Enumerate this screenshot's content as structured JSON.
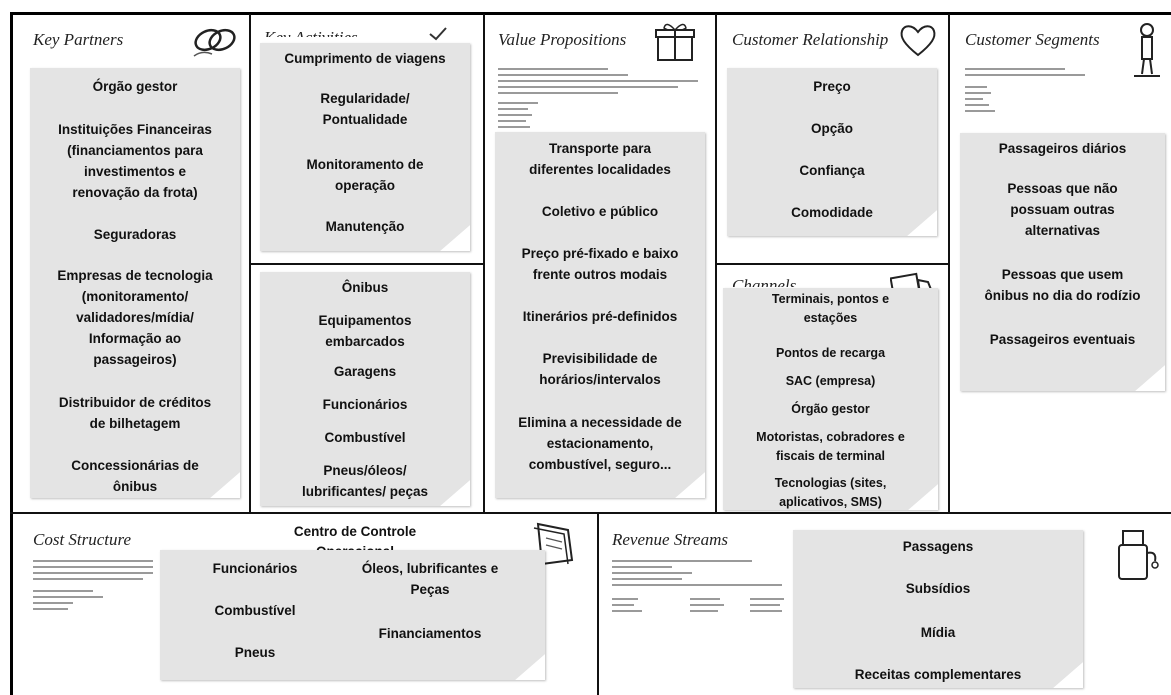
{
  "blocks": {
    "key_partners": {
      "title": "Key Partners",
      "items": [
        "Órgão gestor",
        "Instituições Financeiras\n(financiamentos para\ninvestimentos e\nrenovação da frota)",
        "Seguradoras",
        "Empresas de tecnologia\n(monitoramento/\nvalidadores/mídia/\nInformação ao\npassageiros)",
        "Distribuidor de créditos\nde bilhetagem",
        "Concessionárias de\nônibus"
      ]
    },
    "key_activities": {
      "title": "Key Activities",
      "items": [
        "Cumprimento de viagens",
        "Regularidade/\nPontualidade",
        "Monitoramento de\noperação",
        "Manutenção"
      ]
    },
    "key_resources": {
      "items": [
        "Ônibus",
        "Equipamentos\nembarcados",
        "Garagens",
        "Funcionários",
        "Combustível",
        "Pneus/óleos/\nlubrificantes/ peças"
      ]
    },
    "value_propositions": {
      "title": "Value Propositions",
      "items": [
        "Transporte para\ndiferentes localidades",
        "Coletivo e público",
        "Preço pré-fixado e baixo\nfrente outros modais",
        "Itinerários pré-definidos",
        "Previsibilidade de\nhorários/intervalos",
        "Elimina a necessidade de\nestacionamento,\ncombustível, seguro..."
      ]
    },
    "customer_relationship": {
      "title": "Customer Relationship",
      "items": [
        "Preço",
        "Opção",
        "Confiança",
        "Comodidade"
      ]
    },
    "channels": {
      "title": "Channels",
      "items": [
        "Terminais, pontos e\nestações",
        "Pontos de recarga",
        "SAC (empresa)",
        "Órgão gestor",
        "Motoristas, cobradores e\nfiscais de terminal",
        "Tecnologias (sites,\naplicativos, SMS)"
      ]
    },
    "customer_segments": {
      "title": "Customer Segments",
      "items": [
        "Passageiros diários",
        "Pessoas que não\npossuam outras\nalternativas",
        "Pessoas que usem\nônibus no dia do rodízio",
        "Passageiros eventuais"
      ]
    },
    "cost_structure": {
      "title": "Cost Structure",
      "overflow_text": "Centro de Controle\nOperacional",
      "items_left": [
        "Funcionários",
        "Combustível",
        "Pneus"
      ],
      "items_right": [
        "Óleos, lubrificantes e\nPeças",
        "Financiamentos"
      ]
    },
    "revenue_streams": {
      "title": "Revenue Streams",
      "items": [
        "Passagens",
        "Subsídios",
        "Mídia",
        "Receitas complementares"
      ]
    }
  },
  "colors": {
    "note": "#e4e4e4",
    "border": "#111111"
  },
  "icons": {
    "key_partners": "chain-link-icon",
    "key_activities": "checkmark-icon",
    "value_propositions": "gift-box-icon",
    "customer_relationship": "heart-icon",
    "channels": "delivery-truck-icon",
    "customer_segments": "person-icon",
    "cost_structure": "price-tag-icon",
    "revenue_streams": "money-bag-icon"
  }
}
